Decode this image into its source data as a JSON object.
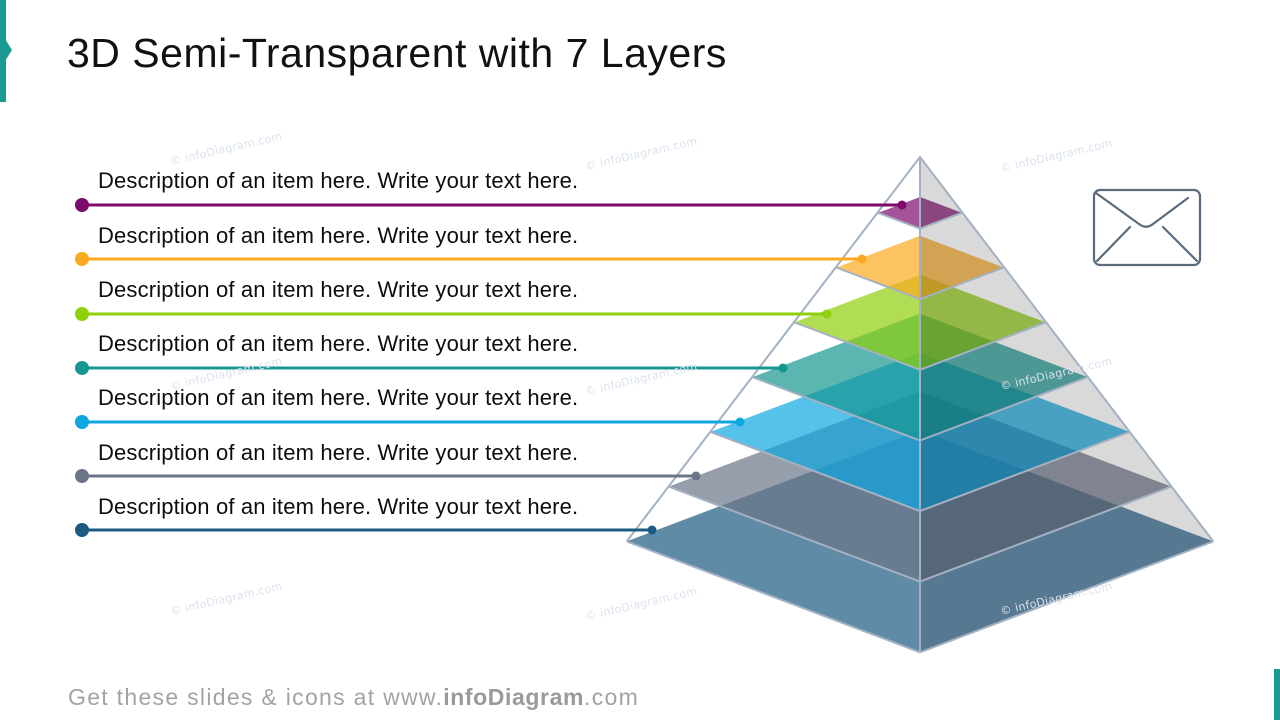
{
  "title": "3D  Semi-Transparent with 7 Layers",
  "accent_color": "#1a9b92",
  "items": [
    {
      "text": "Description of an item here. Write your text here.",
      "color": "#7d0b6c"
    },
    {
      "text": "Description of an item here. Write your text here.",
      "color": "#fba91e"
    },
    {
      "text": "Description of an item here. Write your text here.",
      "color": "#8fcf0b"
    },
    {
      "text": "Description of an item here. Write your text here.",
      "color": "#159690"
    },
    {
      "text": "Description of an item here. Write your text here.",
      "color": "#0ea7e0"
    },
    {
      "text": "Description of an item here. Write your text here.",
      "color": "#6b7588"
    },
    {
      "text": "Description of an item here. Write your text here.",
      "color": "#1c5a82"
    }
  ],
  "pyramid": {
    "layer_count": 7,
    "back_face_color": "#d9d9d9",
    "edge_color": "#a3b1c2",
    "layers": [
      {
        "left_color": "#7d0b6c",
        "right_color": "#67095a"
      },
      {
        "left_color": "#fba91e",
        "right_color": "#ce8b19"
      },
      {
        "left_color": "#8fcf0b",
        "right_color": "#75aa09"
      },
      {
        "left_color": "#159690",
        "right_color": "#117b76"
      },
      {
        "left_color": "#0ea7e0",
        "right_color": "#0b89b8"
      },
      {
        "left_color": "#6b7588",
        "right_color": "#586070"
      },
      {
        "left_color": "#1c5a82",
        "right_color": "#0e3f62"
      }
    ]
  },
  "icon": {
    "name": "envelope-icon",
    "color": "#5b6b7b"
  },
  "watermark": "© infoDiagram.com",
  "footer": {
    "prefix": "Get these slides & icons at www.",
    "brand": "infoDiagram",
    "suffix": ".com"
  }
}
